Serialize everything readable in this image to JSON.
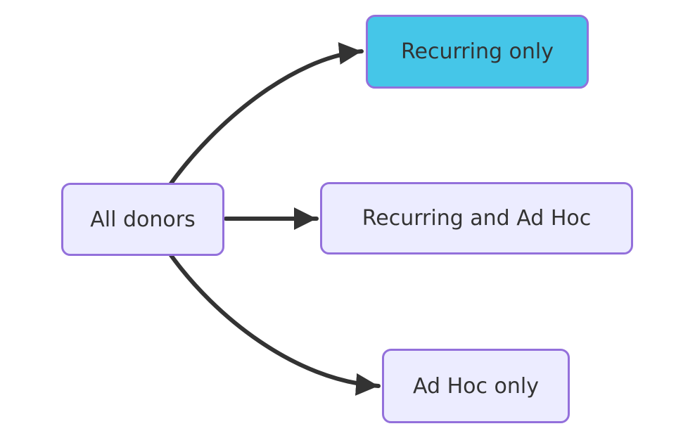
{
  "diagram": {
    "type": "flowchart",
    "direction": "left-to-right",
    "background_color": "#ffffff",
    "edge_color": "#333333",
    "node_border_color": "#9370DB",
    "node_text_color": "#333333",
    "nodes": [
      {
        "id": "all-donors",
        "label": "All donors",
        "fill": "#ECECFF"
      },
      {
        "id": "recurring-only",
        "label": "Recurring only",
        "fill": "#45C6E8"
      },
      {
        "id": "recurring-and-adhoc",
        "label": "Recurring and Ad Hoc",
        "fill": "#ECECFF"
      },
      {
        "id": "adhoc-only",
        "label": "Ad Hoc only",
        "fill": "#ECECFF"
      }
    ],
    "edges": [
      {
        "from": "All donors",
        "to": "Recurring only"
      },
      {
        "from": "All donors",
        "to": "Recurring and Ad Hoc"
      },
      {
        "from": "All donors",
        "to": "Ad Hoc only"
      }
    ]
  }
}
